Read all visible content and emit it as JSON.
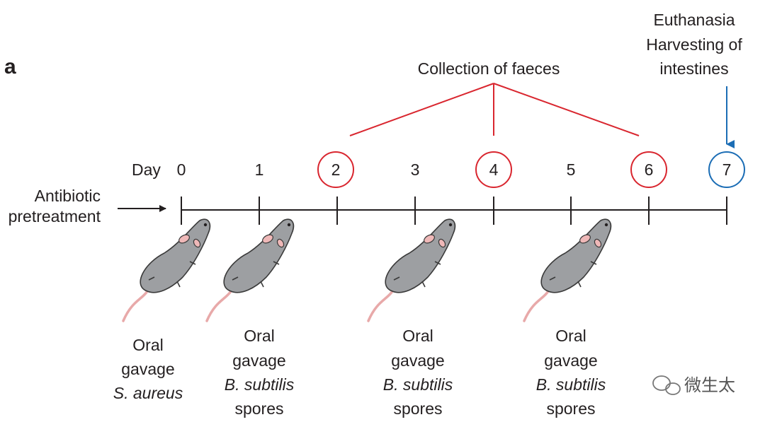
{
  "panel_label": "a",
  "day_label": "Day",
  "days": [
    "0",
    "1",
    "2",
    "3",
    "4",
    "5",
    "6",
    "7"
  ],
  "collection_days": [
    "2",
    "4",
    "6"
  ],
  "euthanasia_day": "7",
  "pretreatment": {
    "line1": "Antibiotic",
    "line2": "pretreatment"
  },
  "collection_label": "Collection of faeces",
  "euthanasia": {
    "line1": "Euthanasia",
    "line2": "Harvesting of",
    "line3": "intestines"
  },
  "gavages": [
    {
      "day": "0",
      "line1": "Oral",
      "line2": "gavage",
      "line3": "S. aureus"
    },
    {
      "day": "1",
      "line1": "Oral",
      "line2": "gavage",
      "line3": "B. subtilis",
      "line4": "spores"
    },
    {
      "day": "3",
      "line1": "Oral",
      "line2": "gavage",
      "line3": "B. subtilis",
      "line4": "spores"
    },
    {
      "day": "5",
      "line1": "Oral",
      "line2": "gavage",
      "line3": "B. subtilis",
      "line4": "spores"
    }
  ],
  "watermark": "微生太",
  "colors": {
    "red": "#d9262f",
    "blue": "#1b6db5",
    "ink": "#231f20",
    "mouse_body": "#9d9fa2",
    "mouse_tail": "#e8a9a9"
  }
}
